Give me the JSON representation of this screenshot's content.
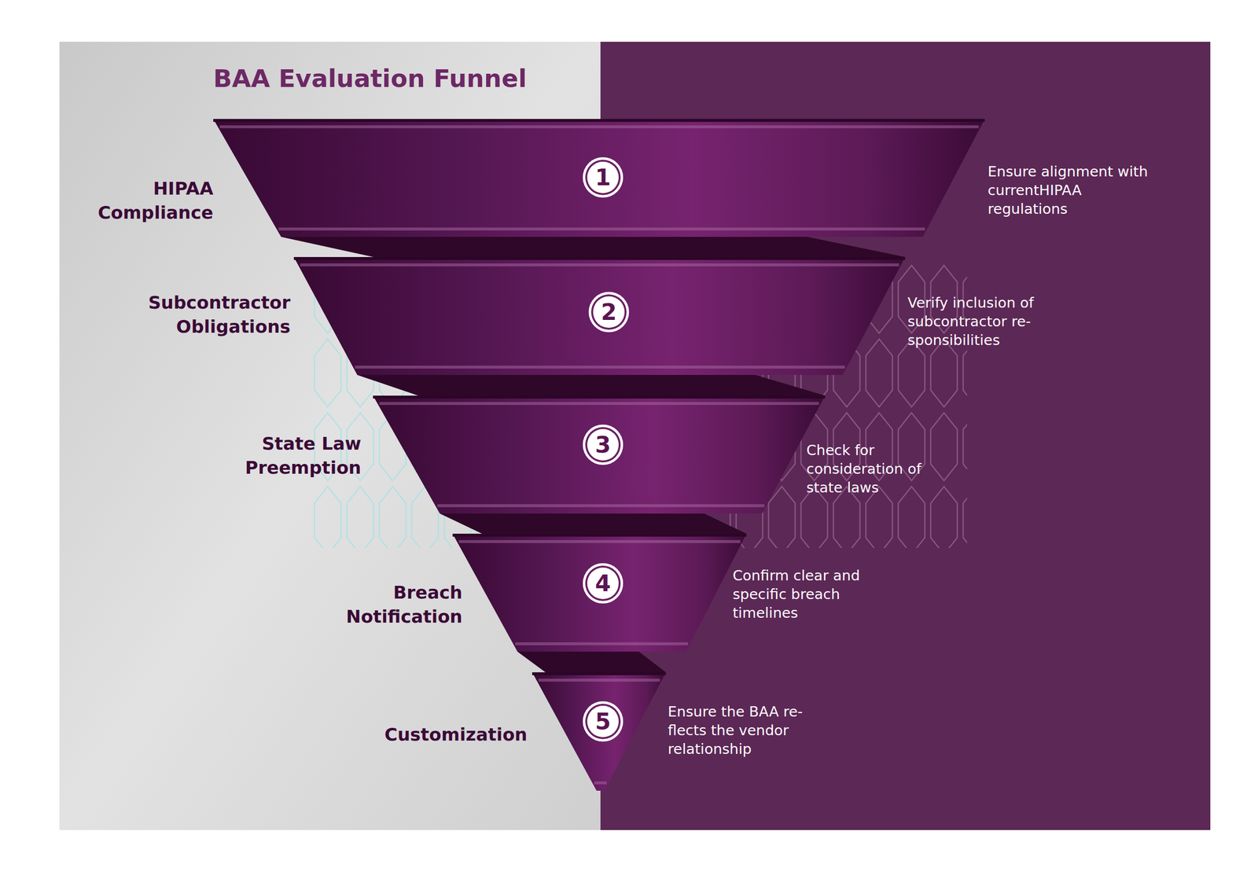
{
  "diagram": {
    "title": "BAA Evaluation Funnel",
    "nodes": [
      {
        "text": [
          "HIPAA Compliance",
          "1",
          "Ensure alignment with currentHIPAA regulations"
        ]
      },
      {
        "text": [
          "Subcontractor Obligations",
          "2",
          "Verify inclusion of subcontractor re- sponsibilities"
        ]
      },
      {
        "text": [
          "State Law Preemption",
          "3",
          "Check for consideration of state laws"
        ]
      },
      {
        "text": [
          "Breach Notification",
          "4",
          "Confirm clear and specific breach timelines"
        ]
      },
      {
        "text": [
          "Customization",
          "5",
          "Ensure the BAA re- flects the vendor relationship"
        ]
      }
    ]
  }
}
